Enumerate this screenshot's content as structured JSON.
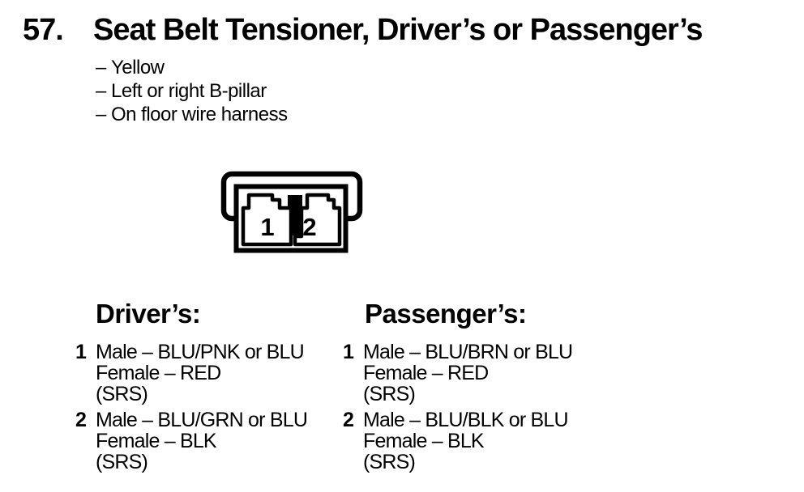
{
  "colors": {
    "ink": "#000000",
    "paper": "#ffffff"
  },
  "header": {
    "number": "57.",
    "title": "Seat Belt Tensioner, Driver’s or Passenger’s"
  },
  "details": {
    "dash": "–",
    "items": [
      "Yellow",
      "Left or right B-pillar",
      "On floor wire harness"
    ]
  },
  "connector": {
    "type": "2-pin connector front view",
    "pin_labels": [
      "1",
      "2"
    ]
  },
  "columns": [
    {
      "heading": "Driver’s:",
      "pins": [
        {
          "number": "1",
          "lines": [
            "Male – BLU/PNK or BLU",
            "Female – RED",
            "(SRS)"
          ]
        },
        {
          "number": "2",
          "lines": [
            "Male – BLU/GRN or BLU",
            "Female – BLK",
            "(SRS)"
          ]
        }
      ]
    },
    {
      "heading": "Passenger’s:",
      "pins": [
        {
          "number": "1",
          "lines": [
            "Male – BLU/BRN or BLU",
            "Female – RED",
            "(SRS)"
          ]
        },
        {
          "number": "2",
          "lines": [
            "Male – BLU/BLK or BLU",
            "Female – BLK",
            "(SRS)"
          ]
        }
      ]
    }
  ]
}
